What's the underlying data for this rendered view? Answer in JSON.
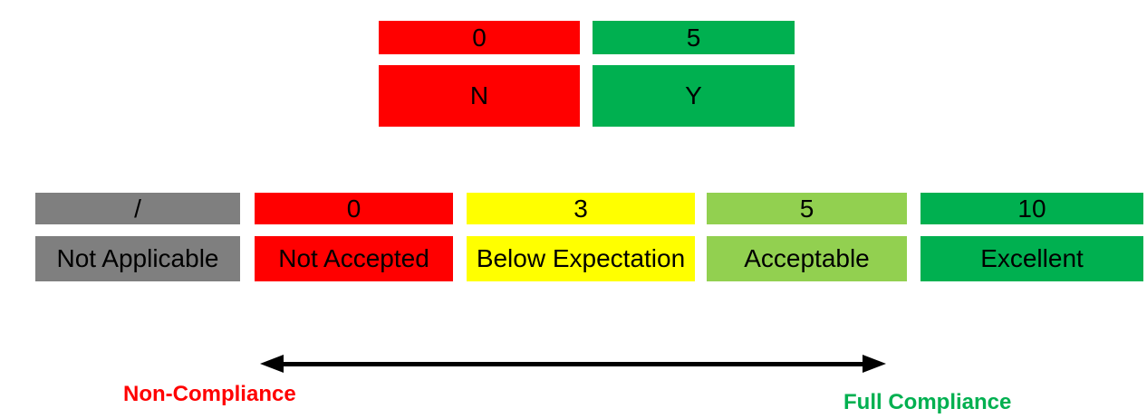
{
  "colors": {
    "red": "#FF0000",
    "green": "#00B050",
    "gray": "#7F7F7F",
    "yellow": "#FFFF00",
    "light_green": "#92D050",
    "arrow": "#000000",
    "box_text": "#000000",
    "background": "#FFFFFF"
  },
  "binary_scale": {
    "scores": [
      {
        "value": "0",
        "color": "#FF0000"
      },
      {
        "value": "5",
        "color": "#00B050"
      }
    ],
    "answers": [
      {
        "value": "N",
        "color": "#FF0000"
      },
      {
        "value": "Y",
        "color": "#00B050"
      }
    ]
  },
  "rating_scale": {
    "scores": [
      {
        "value": "/",
        "color": "#7F7F7F"
      },
      {
        "value": "0",
        "color": "#FF0000"
      },
      {
        "value": "3",
        "color": "#FFFF00"
      },
      {
        "value": "5",
        "color": "#92D050"
      },
      {
        "value": "10",
        "color": "#00B050"
      }
    ],
    "meanings": [
      {
        "value": "Not Applicable",
        "color": "#7F7F7F"
      },
      {
        "value": "Not Accepted",
        "color": "#FF0000"
      },
      {
        "value": "Below Expectation",
        "color": "#FFFF00"
      },
      {
        "value": "Acceptable",
        "color": "#92D050"
      },
      {
        "value": "Excellent",
        "color": "#00B050"
      }
    ]
  },
  "compliance_axis": {
    "left_label": "Non-Compliance",
    "left_label_color": "#FF0000",
    "right_label": "Full Compliance",
    "right_label_color": "#00B050"
  }
}
